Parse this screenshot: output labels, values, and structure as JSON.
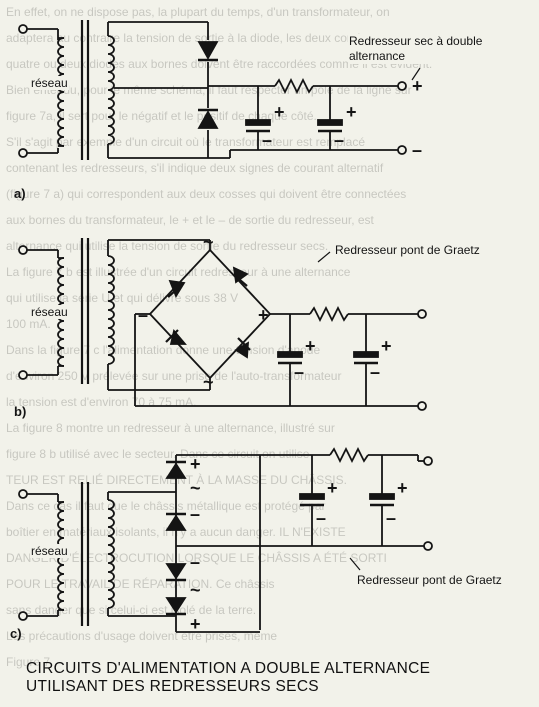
{
  "background_text": [
    "En effet, on ne dispose pas, la plupart du temps, d'un transformateur, on",
    "adaptera au contraire la tension de sortie à la diode, les deux condensateurs",
    "quatre ou deux diodes aux bornes doivent être raccordées comme il est évident.",
    "Bien entendu, pour le même schéma, il faut respecter un pôle de la ligne sur",
    "figure 7a, il sert pour le négatif et le positif de chaque côté.",
    "S'il s'agit par exemple d'un circuit où le transformateur est remplacé",
    "contenant les redresseurs, s'il indique deux signes de courant alternatif",
    "(figure 7 a) qui correspondent aux deux cosses qui doivent être connectées",
    "aux bornes du transformateur, le + et le – de sortie du redresseur, est",
    "alternance qui utilise la tension de sortie du redresseur secs.",
    "La figure 7 b est illustrée d'un circuit redresseur à une alternance",
    "qui utilise la série U et qui délivre sous 38 V",
    "100 mA.",
    "Dans la figure 7 c l'alimentation donne une tension d'anode",
    "d'environ 250 V prélevée sur une prise de l'auto-transformateur",
    "la tension est d'environ 70 à 75 mA.",
    "La figure 8 montre un redresseur à une alternance, illustré sur",
    "figure 8 b utilisé avec le secteur. Dans ce circuit on utilise",
    "TEUR EST RELIÉ DIRECTEMENT À LA MASSE DU CHÂSSIS.",
    "Dans ce cas il faut que le châssis métallique est protégé par",
    "boîtier en matériaux isolants, il n'y a aucun danger. IL N'EXISTE",
    "DANGER D'ÉLECTROCUTION LORSQUE LE CHÂSSIS A ÉTÉ SORTI",
    "POUR LE TRAVAIL DE RÉPARATION. Ce châssis",
    "sans danger que si celui-ci est isolé de la terre.",
    "Les précautions d'usage doivent être prises, même",
    "Figure 7."
  ],
  "sections": {
    "a": {
      "sub_label": "a)",
      "title": "Redresseur sec à double alternance",
      "network_label": "réseau",
      "plus": "+",
      "minus": "–"
    },
    "b": {
      "sub_label": "b)",
      "title": "Redresseur pont de Graetz",
      "network_label": "réseau",
      "plus": "+",
      "minus": "–",
      "ac": "~"
    },
    "c": {
      "sub_label": "c)",
      "title": "Redresseur pont de Graetz",
      "network_label": "réseau",
      "plus": "+",
      "minus": "–",
      "ac": "~"
    }
  },
  "caption_lines": [
    "CIRCUITS D'ALIMENTATION A DOUBLE ALTERNANCE",
    "UTILISANT DES REDRESSEURS SECS"
  ],
  "colors": {
    "ink": "#141414",
    "paper": "#f2f2ea"
  }
}
